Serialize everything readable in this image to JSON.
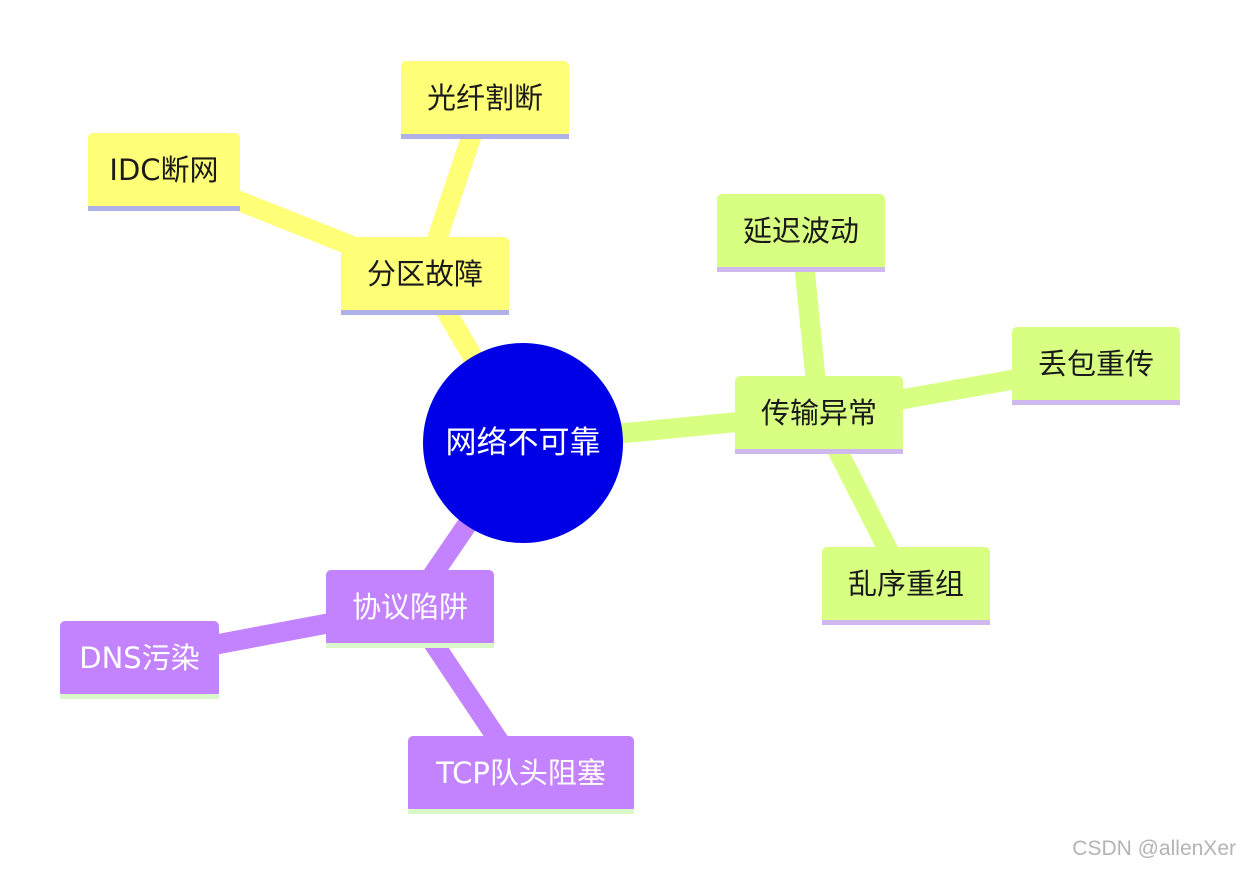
{
  "root": {
    "label": "网络不可靠",
    "fill": "#0000e6",
    "text_color": "#ffffff"
  },
  "branches": [
    {
      "id": "partition",
      "label": "分区故障",
      "fill": "#ffff78",
      "edge": "#ffff78",
      "underline": "#b0b0e8",
      "text_color": "#1a1a1a",
      "children": [
        {
          "id": "fiber-cut",
          "label": "光纤割断"
        },
        {
          "id": "idc-down",
          "label": "IDC断网"
        }
      ]
    },
    {
      "id": "transport",
      "label": "传输异常",
      "fill": "#d8ff82",
      "edge": "#d8ff82",
      "underline": "#cfb8ee",
      "text_color": "#1a1a1a",
      "children": [
        {
          "id": "latency-jitter",
          "label": "延迟波动"
        },
        {
          "id": "packet-loss",
          "label": "丢包重传"
        },
        {
          "id": "reorder",
          "label": "乱序重组"
        }
      ]
    },
    {
      "id": "protocol",
      "label": "协议陷阱",
      "fill": "#c383ff",
      "edge": "#c383ff",
      "underline": "#d9f7c8",
      "text_color": "#ffffff",
      "children": [
        {
          "id": "dns-poison",
          "label": "DNS污染"
        },
        {
          "id": "tcp-hol",
          "label": "TCP队头阻塞"
        }
      ]
    }
  ],
  "watermark": "CSDN @allenXer"
}
